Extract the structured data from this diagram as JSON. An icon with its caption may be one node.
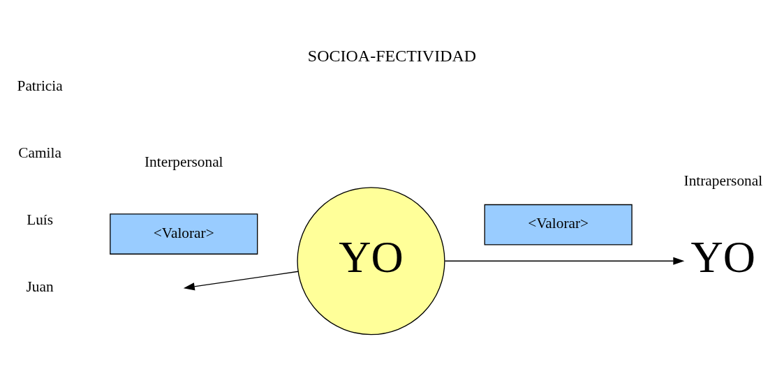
{
  "diagram": {
    "title": "SOCIOA-FECTIVIDAD",
    "nodes": [
      {
        "text": [
          "<Valorar>"
        ]
      },
      {
        "text": [
          "YO"
        ]
      },
      {
        "text": [
          "<Valorar>"
        ]
      },
      {
        "text": [
          "YO"
        ]
      }
    ],
    "edges": [
      {
        "from": 1,
        "to": null,
        "arrow": "to"
      },
      {
        "from": 1,
        "to": 3,
        "arrow": "to"
      }
    ],
    "labels": [
      "Patricia",
      "Camila",
      "Luís",
      "Juan",
      "Interpersonal",
      "Intrapersonal"
    ]
  }
}
